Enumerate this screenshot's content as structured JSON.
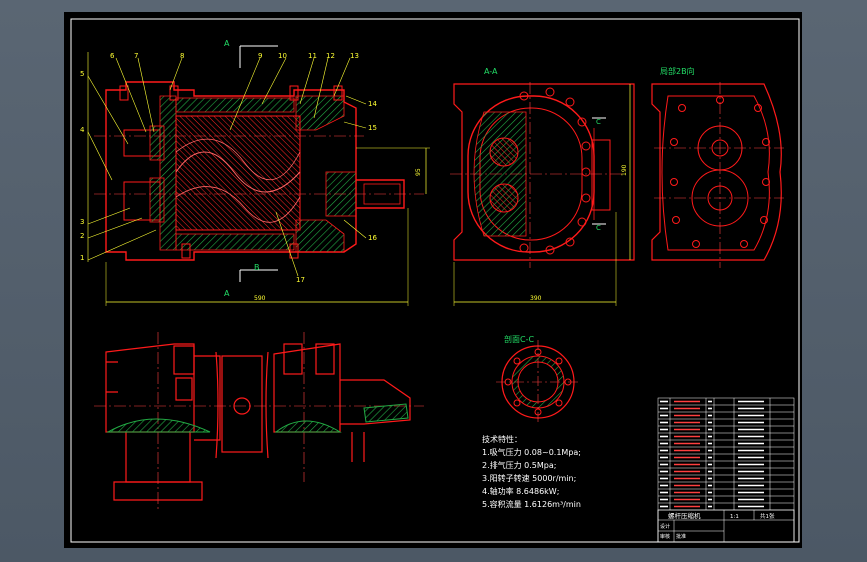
{
  "view_labels": {
    "section_a_top": "A",
    "section_a_bottom": "A",
    "section_b": "B",
    "title_aa": "A-A",
    "title_right": "局部2B向",
    "title_cc": "剖面C-C",
    "c_marker_top": "C",
    "c_marker_bottom": "C"
  },
  "part_numbers": {
    "left": [
      "5",
      "4",
      "3",
      "2",
      "1"
    ],
    "top": [
      "6",
      "7",
      "8",
      "9",
      "10",
      "11",
      "12",
      "13"
    ],
    "right": [
      "14",
      "15",
      "16"
    ],
    "bottom": "17"
  },
  "dimensions": {
    "overall_length": "590",
    "aa_width": "390",
    "aa_height": "190",
    "shaft_height": "95"
  },
  "technical": {
    "heading": "技术特性：",
    "lines": [
      "1.吸气压力 0.08~0.1Mpa;",
      "2.排气压力 0.5Mpa;",
      "3.阳转子转速 5000r/min;",
      "4.轴功率 8.6486kW;",
      "5.容积流量 1.6126m³/min"
    ]
  },
  "title_block": {
    "drawing_name": "螺杆压缩机",
    "scale": "1:1",
    "sheet": "共1张",
    "roles": [
      "设计",
      "审核",
      "批准"
    ]
  },
  "colors": {
    "outline": "#ff1a1a",
    "hatch": "#22aa44",
    "dimension": "#ffff33",
    "centerline": "#ff4040",
    "title_block": "#ffffff"
  }
}
